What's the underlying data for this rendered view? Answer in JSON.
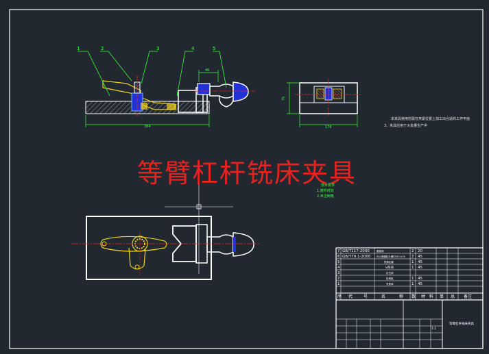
{
  "title": "等臂杠杆铣床夹具",
  "part_numbers": [
    "1",
    "2",
    "3",
    "4",
    "5"
  ],
  "dimensions": {
    "overall_length": "384",
    "height": "75",
    "end_width": "176",
    "top_offset": "46"
  },
  "notes": {
    "line1": "本夹具使用前需在夹紧位置上加工出合适的工作平面",
    "line2": "3、夹具应用于大批量生产中"
  },
  "tech_req": {
    "title": "技术要求",
    "items": [
      "1.铸件时效",
      "2.未注倒角"
    ]
  },
  "bom": {
    "rows": [
      {
        "index": "7",
        "code": "GB/T117-2000",
        "name": "圆锥销",
        "qty": "2",
        "material": "20"
      },
      {
        "index": "6",
        "code": "GB/T70.1-2000",
        "name": "内六角圆柱头螺钉M12x30",
        "qty": "2",
        "material": "45"
      },
      {
        "index": "5",
        "code": "",
        "name": "快换钻套",
        "qty": "1",
        "material": "45"
      },
      {
        "index": "4",
        "code": "",
        "name": "V形块",
        "qty": "1",
        "material": "45"
      },
      {
        "index": "3",
        "code": "",
        "name": "定位销",
        "qty": "",
        "material": ""
      },
      {
        "index": "2",
        "code": "",
        "name": "压紧板",
        "qty": "1",
        "material": "45"
      },
      {
        "index": "1",
        "code": "",
        "name": "夹具体",
        "qty": "1",
        "material": "45"
      }
    ],
    "header": [
      "序",
      "代",
      "号",
      "名",
      "称",
      "数",
      "材",
      "料",
      "单",
      "总",
      "备注"
    ]
  },
  "title_block": {
    "drawing_name": "等臂杠杆铣床夹具",
    "scale": "1:1"
  },
  "colors": {
    "background": "#212830",
    "frame": "#ffffff",
    "part_yellow": "#f2d31b",
    "centerline": "#e8231f",
    "leader": "#3cff3c",
    "hatch": "#7cd6ff",
    "blue_fill": "#2332d8"
  }
}
